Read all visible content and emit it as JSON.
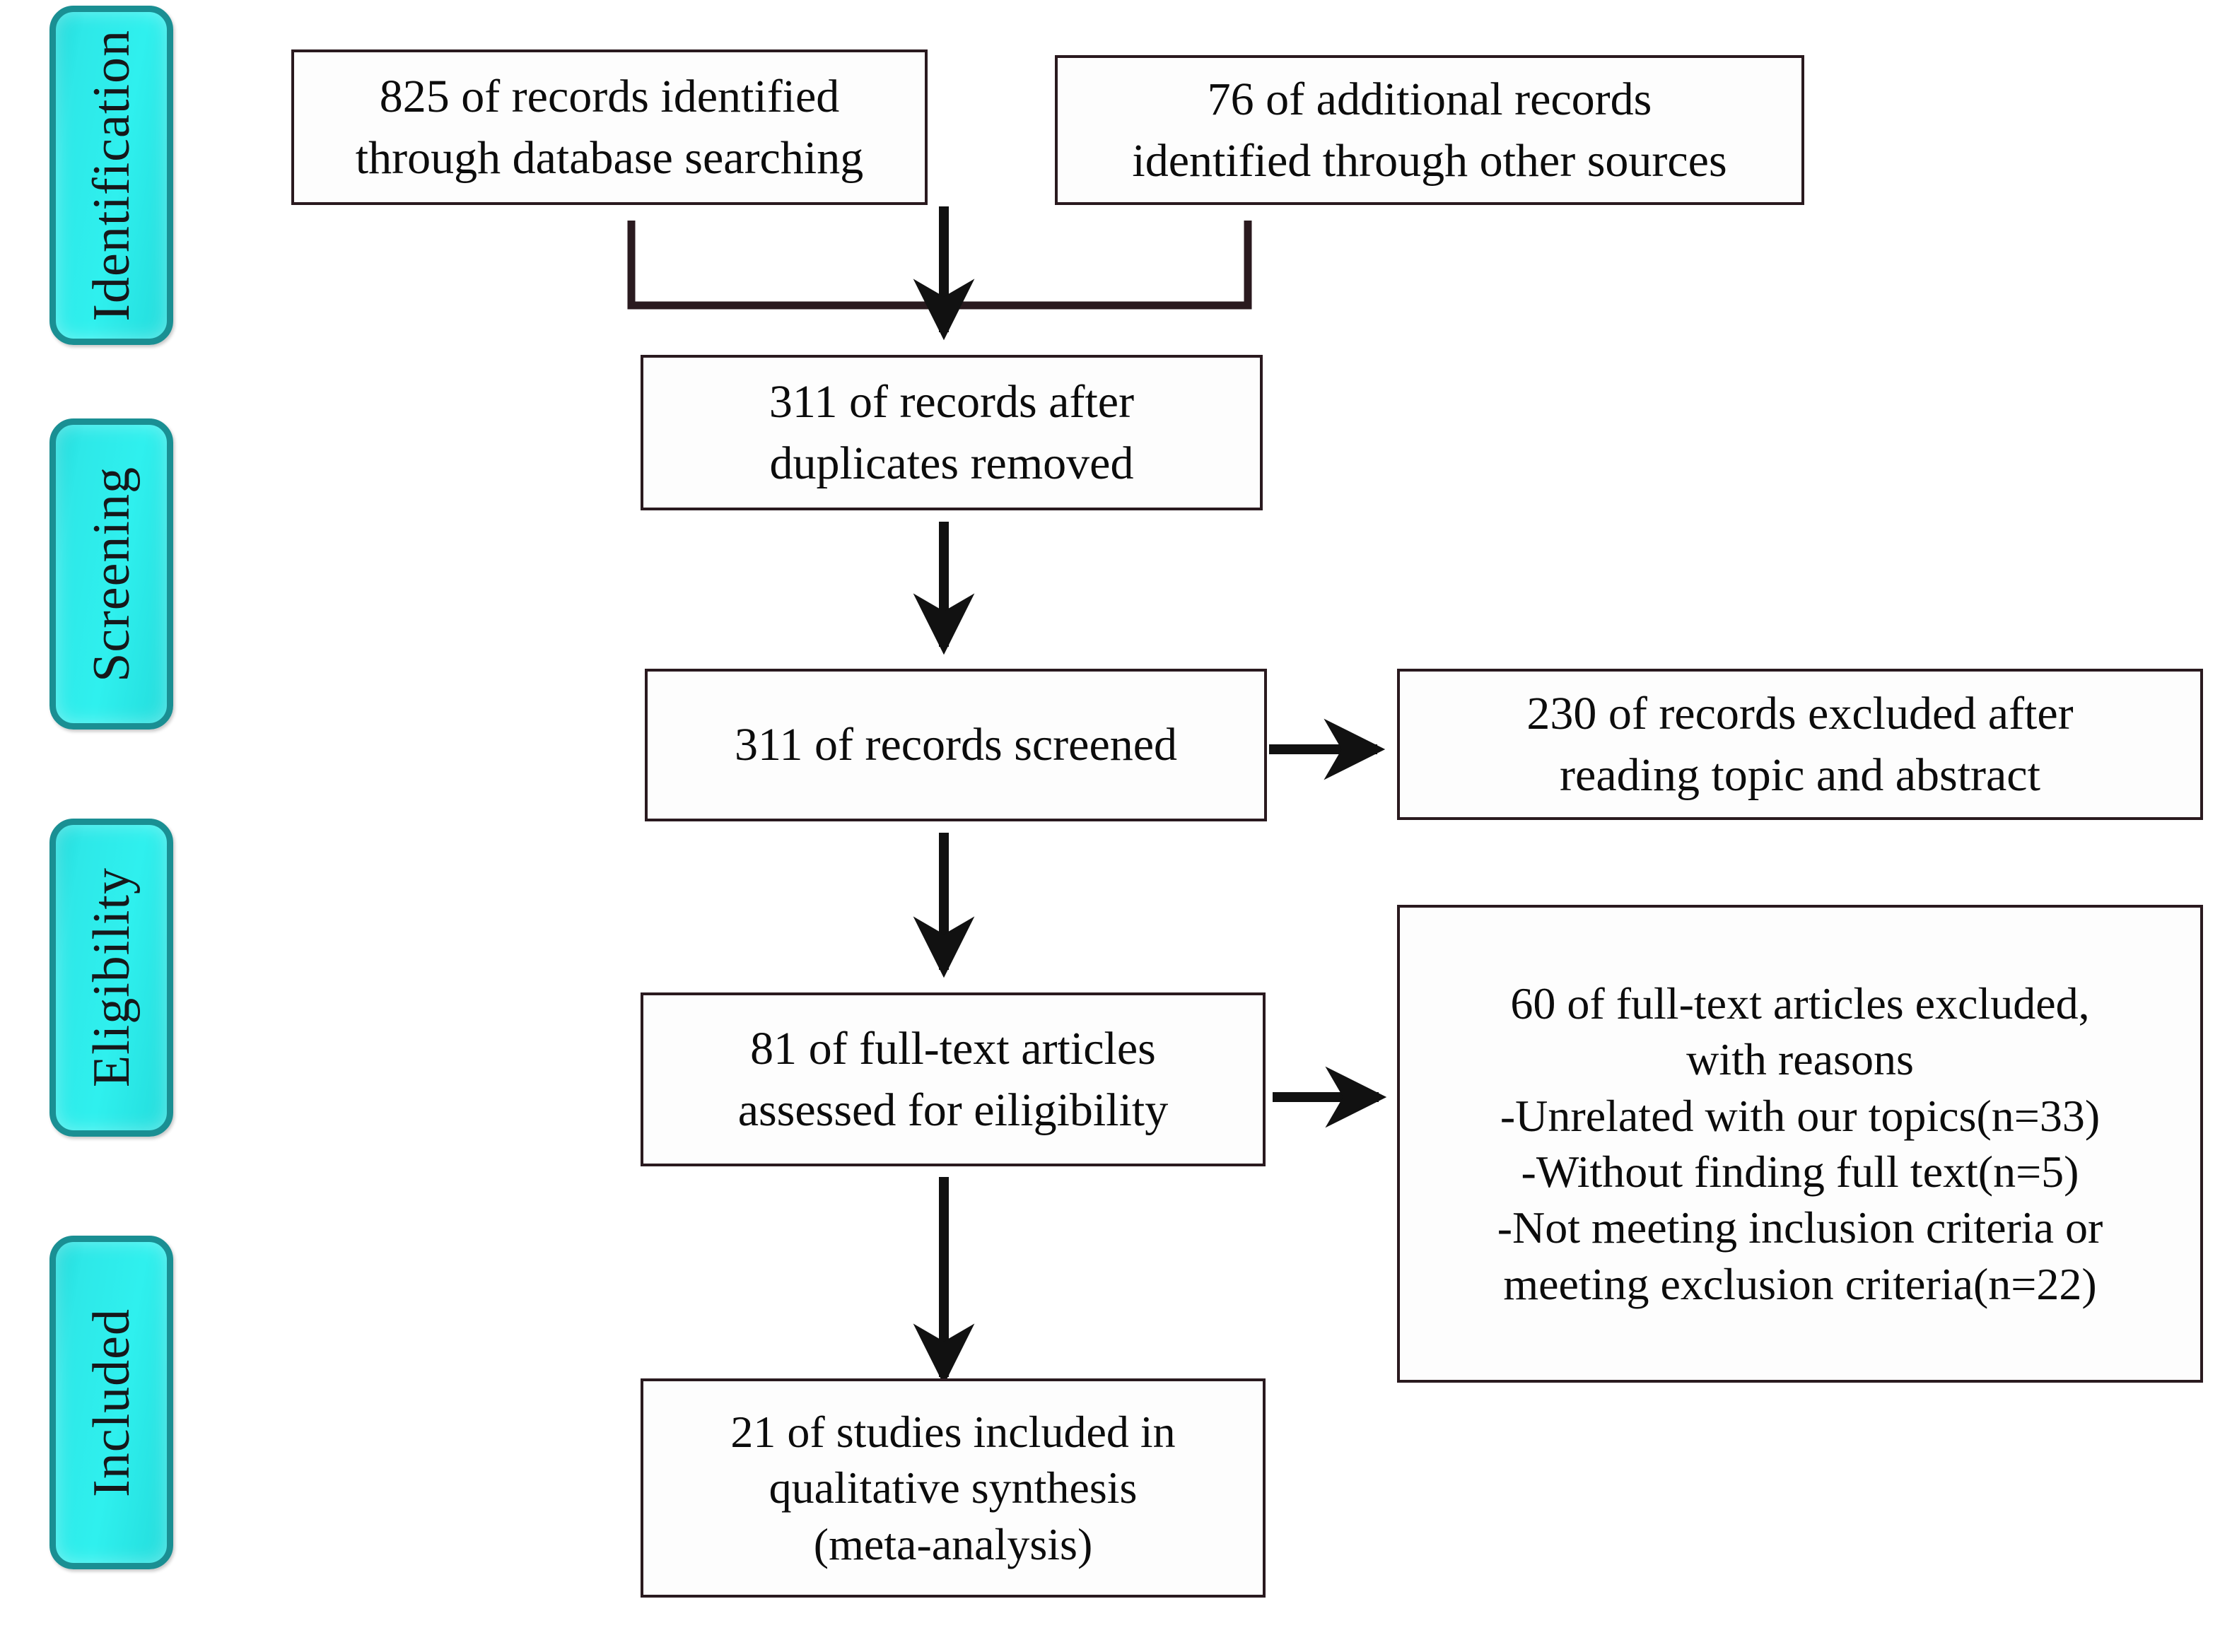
{
  "diagram": {
    "title": "PRISMA study selection flow diagram",
    "colors": {
      "stage_fill": "#2ee8e8",
      "stage_border": "#1a8f93",
      "box_border": "#2a1a1f",
      "box_fill": "#fdfdfd",
      "connector": "#111111",
      "text": "#0c0c0c"
    },
    "stages": [
      {
        "id": "identification",
        "label": "Identification"
      },
      {
        "id": "screening",
        "label": "Screening"
      },
      {
        "id": "eligibility",
        "label": "Eligibility"
      },
      {
        "id": "included",
        "label": "Included"
      }
    ],
    "boxes": [
      {
        "id": "records-identified-database",
        "text": "825 of records identified\nthrough database searching",
        "count": 825
      },
      {
        "id": "records-identified-other",
        "text": "76 of additional records\nidentified through other sources",
        "count": 76
      },
      {
        "id": "records-after-duplicates",
        "text": "311 of records after\nduplicates removed",
        "count": 311
      },
      {
        "id": "records-screened",
        "text": "311 of records screened",
        "count": 311
      },
      {
        "id": "records-excluded",
        "text": "230 of records excluded after\nreading topic and abstract",
        "count": 230
      },
      {
        "id": "fulltext-assessed",
        "text": "81 of full-text articles\nassessed for eiligibility",
        "count": 81
      },
      {
        "id": "fulltext-excluded",
        "text": "60 of full-text articles excluded,\nwith reasons\n-Unrelated with our topics(n=33)\n-Without finding full text(n=5)\n-Not meeting inclusion criteria or\nmeeting exclusion criteria(n=22)",
        "count": 60,
        "reasons": [
          {
            "label": "-Unrelated with our topics(n=33)",
            "n": 33
          },
          {
            "label": "-Without finding full text(n=5)",
            "n": 5
          },
          {
            "label": "-Not meeting inclusion criteria or meeting exclusion criteria(n=22)",
            "n": 22
          }
        ]
      },
      {
        "id": "studies-included",
        "text": "21 of studies included in\nqualitative synthesis\n(meta-analysis)",
        "count": 21
      }
    ],
    "connectors": [
      {
        "id": "merge-bracket-to-duplicates",
        "type": "bracket-down-arrow"
      },
      {
        "id": "duplicates-to-screened",
        "type": "down-arrow"
      },
      {
        "id": "screened-to-excluded",
        "type": "right-arrow"
      },
      {
        "id": "screened-to-fulltext",
        "type": "down-arrow"
      },
      {
        "id": "fulltext-to-excluded-reasons",
        "type": "right-arrow"
      },
      {
        "id": "fulltext-to-included",
        "type": "down-arrow"
      }
    ]
  }
}
